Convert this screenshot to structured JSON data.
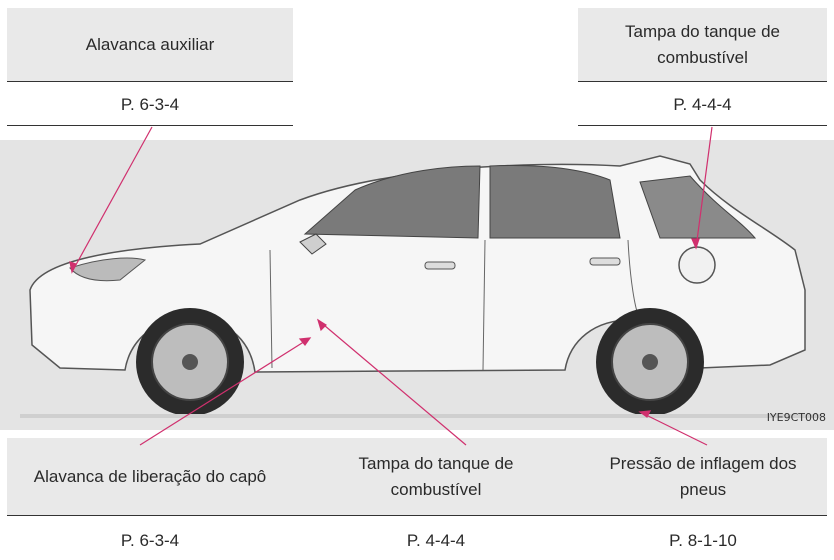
{
  "callouts": {
    "top_left": {
      "label": "Alavanca auxiliar",
      "page": "P. 6-3-4"
    },
    "top_right": {
      "label": "Tampa do tanque de combustível",
      "page": "P. 4-4-4"
    },
    "bottom_left": {
      "label": "Alavanca de liberação do capô",
      "page": "P. 6-3-4"
    },
    "bottom_center": {
      "label": "Tampa do tanque de combustível",
      "page": "P. 4-4-4"
    },
    "bottom_right": {
      "label": "Pressão de inflagem dos pneus",
      "page": "P. 8-1-10"
    }
  },
  "image_code": "IYE9CT008",
  "colors": {
    "leader_line": "#d0306e",
    "panel_bg": "#e4e4e4",
    "label_bg": "#e9e9e9"
  }
}
